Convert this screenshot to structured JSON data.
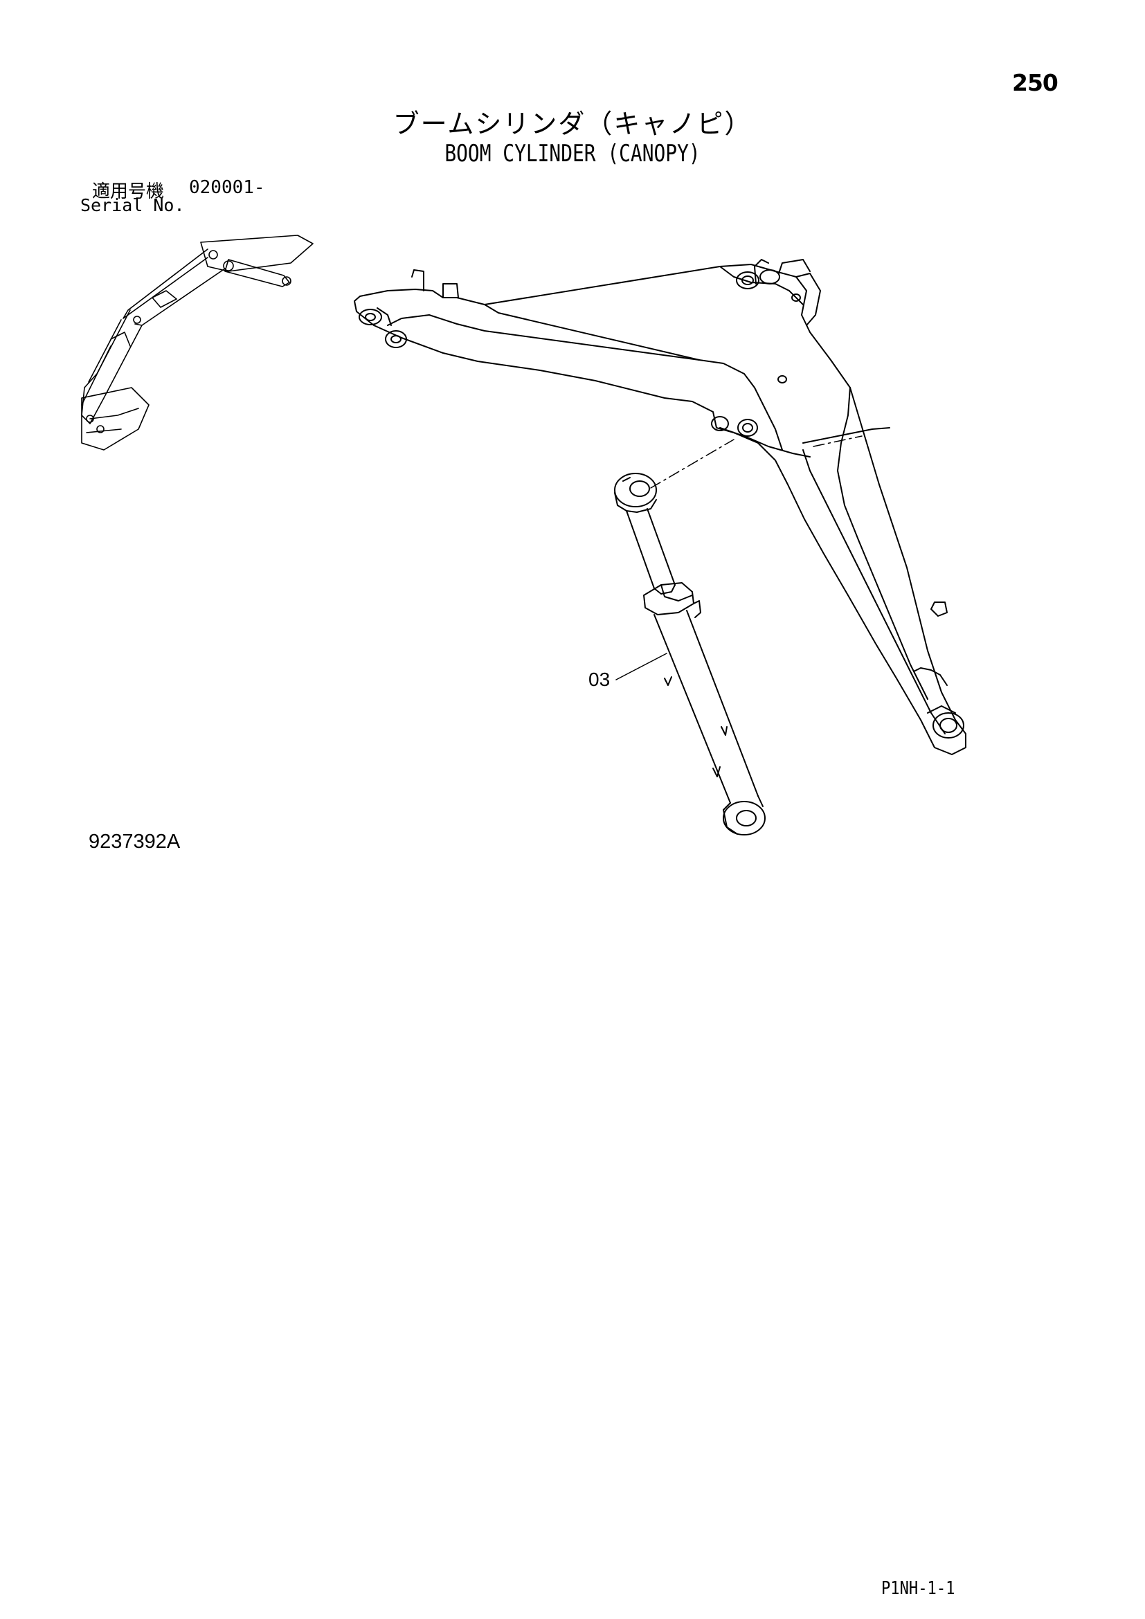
{
  "page": {
    "number": "250",
    "title_jp": "ブームシリンダ（キャノピ）",
    "title_en": "BOOM CYLINDER (CANOPY)",
    "serial_label_jp": "適用号機",
    "serial_range": "020001-",
    "serial_label_en": "Serial No.",
    "drawing_number": "9237392A",
    "page_code": "P1NH-1-1"
  },
  "parts": [
    {
      "ref": "03"
    }
  ]
}
